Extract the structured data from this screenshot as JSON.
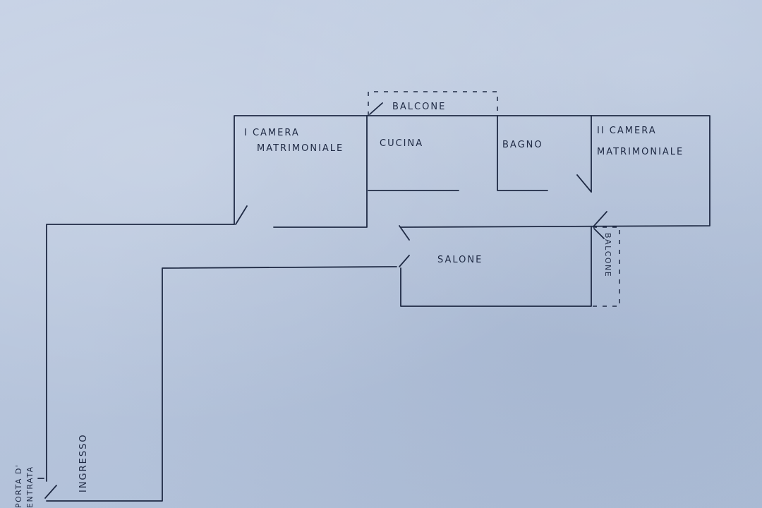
{
  "labels": {
    "camera1_line1": "I CAMERA",
    "camera1_line2": "MATRIMONIALE",
    "cucina": "CUCINA",
    "balcone_top": "BALCONE",
    "bagno": "BAGNO",
    "camera2_line1": "II CAMERA",
    "camera2_line2": "MATRIMONIALE",
    "salone": "SALONE",
    "balcone_side": "BALCONE",
    "ingresso": "INGRESSO",
    "porta_line1": "PORTA D'",
    "porta_line2": "ENTRATA"
  }
}
